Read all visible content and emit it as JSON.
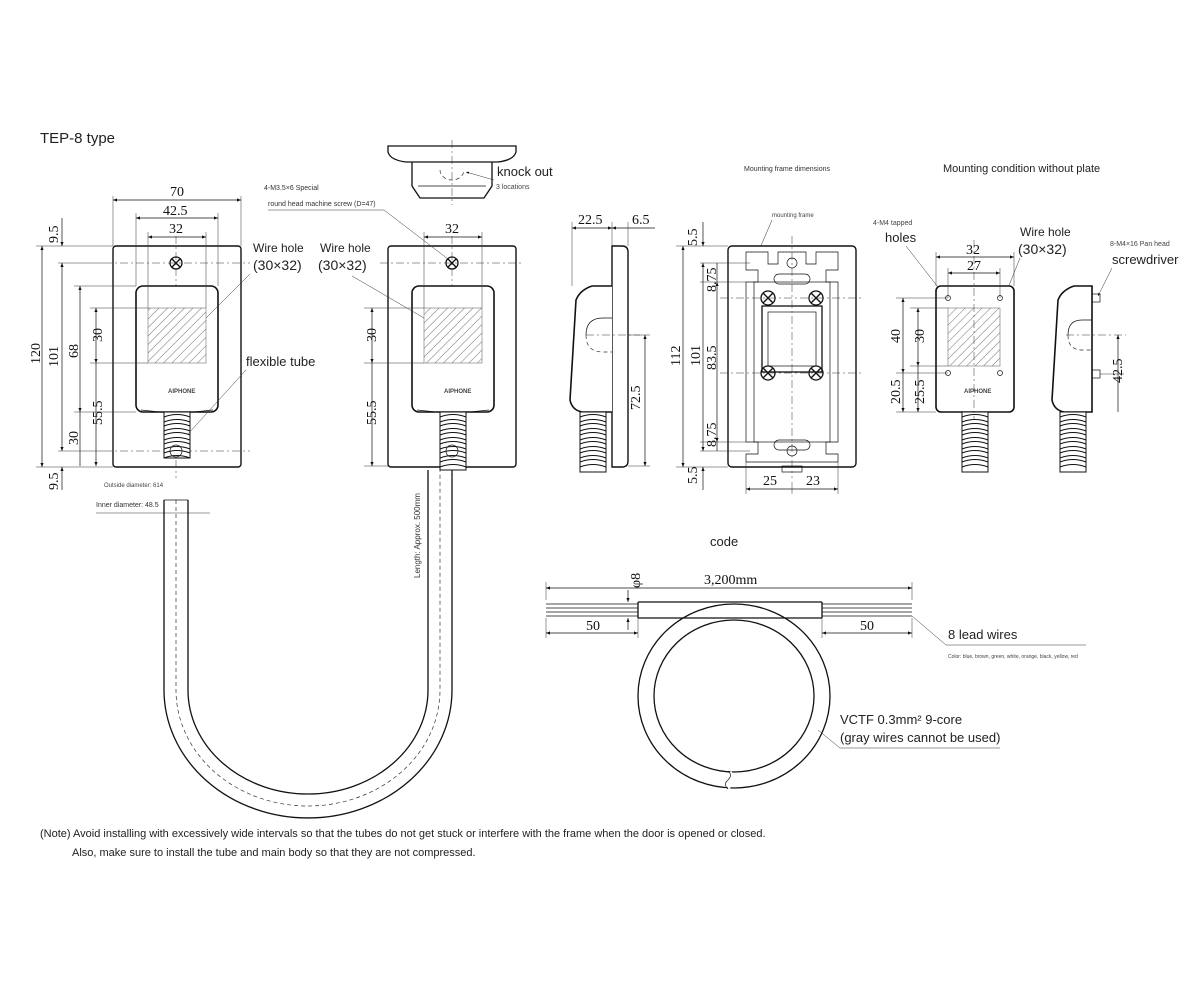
{
  "title": "TEP-8 type",
  "front_view": {
    "dims": {
      "w70": "70",
      "w42_5": "42.5",
      "w32": "32",
      "h9_5_top": "9.5",
      "h120": "120",
      "h101": "101",
      "h68": "68",
      "h30a": "30",
      "h55_5": "55.5",
      "h30b": "30",
      "h9_5_bot": "9.5"
    },
    "wire_hole_label": "Wire hole",
    "wire_hole_size": "(30×32)",
    "flexible_tube_label": "flexible tube",
    "outside_diameter": "Outside diameter: 614",
    "inner_diameter": "Inner diameter: 48.5"
  },
  "front_view2": {
    "screw_label_1": "4-M3.5×6 Special",
    "screw_label_2": "round head machine screw (D=47)",
    "wire_hole_label": "Wire hole",
    "wire_hole_size": "(30×32)",
    "dims": {
      "w32": "32",
      "h30": "30",
      "h55_5": "55.5"
    },
    "length_label": "Length: Approx. 500mm"
  },
  "knockout": {
    "label": "knock out",
    "sublabel": "3 locations"
  },
  "side_view": {
    "dims": {
      "d22_5": "22.5",
      "d6_5": "6.5",
      "h72_5": "72.5"
    }
  },
  "mounting_frame": {
    "title": "Mounting frame dimensions",
    "frame_label": "mounting frame",
    "dims": {
      "h5_5_top": "5.5",
      "h8_75_top": "8.75",
      "h112": "112",
      "h101": "101",
      "h83_5": "83.5",
      "h8_75_bot": "8.75",
      "h5_5_bot": "5.5",
      "w25": "25",
      "w23": "23"
    }
  },
  "without_plate": {
    "title": "Mounting condition without plate",
    "tapped_label_1": "4-M4 tapped",
    "tapped_label_2": "holes",
    "wire_hole_label": "Wire hole",
    "wire_hole_size": "(30×32)",
    "screw_label_1": "8-M4×16 Pan head",
    "screw_label_2": "screwdriver",
    "dims": {
      "w32": "32",
      "w27": "27",
      "h40": "40",
      "h30": "30",
      "h20_5": "20.5",
      "h25_5": "25.5",
      "h42_5": "42.5"
    }
  },
  "cord": {
    "title": "code",
    "diameter": "φ8",
    "length": "3,200mm",
    "left_strip": "50",
    "right_strip": "50",
    "lead_wires": "8 lead wires",
    "colors": "Color: blue, brown, green, white, orange, black, yellow, red",
    "spec_1": "VCTF 0.3mm² 9-core",
    "spec_2": "(gray wires cannot be used)"
  },
  "note": {
    "line1": "(Note) Avoid installing with excessively wide intervals so that the tubes do not get stuck or interfere with the frame when the door is opened or closed.",
    "line2": "Also, make sure to install the tube and main body so that they are not compressed."
  }
}
